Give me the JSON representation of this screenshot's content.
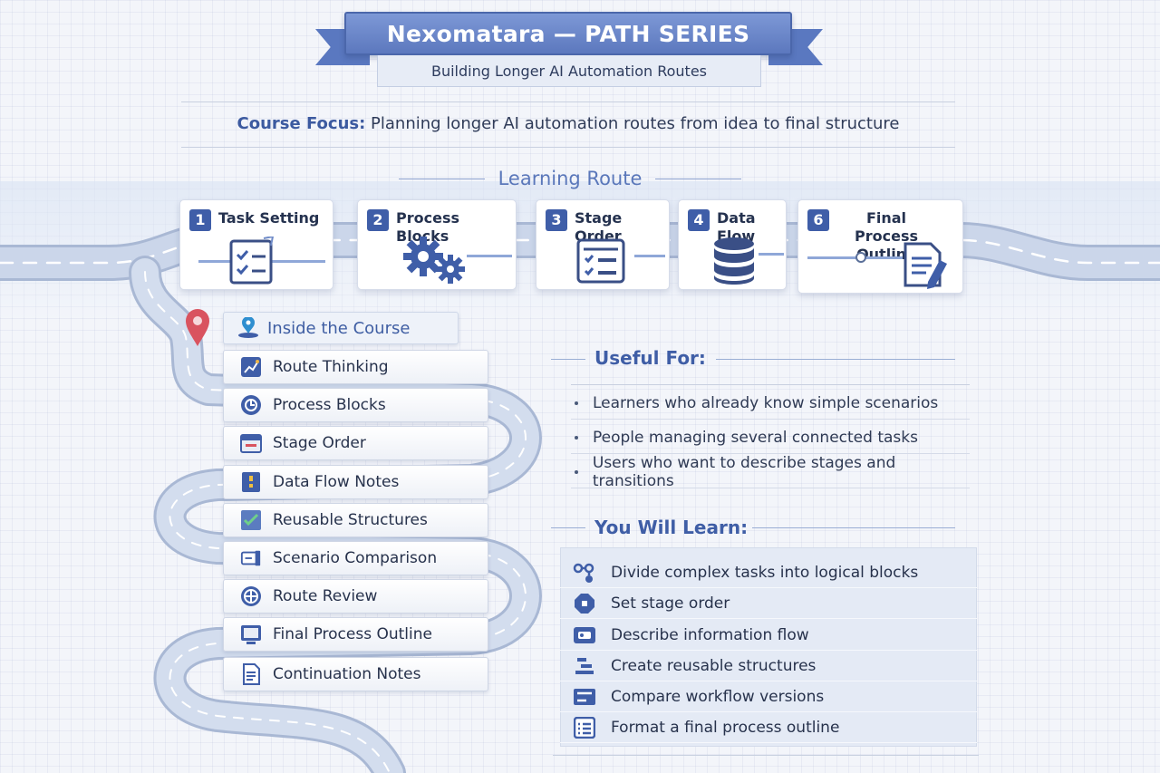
{
  "header": {
    "title": "Nexomatara — PATH SERIES",
    "subtitle": "Building Longer AI Automation Routes"
  },
  "course_focus": {
    "label": "Course Focus:",
    "text": "Planning longer AI automation routes from idea to final structure"
  },
  "learning_route": {
    "title": "Learning Route",
    "steps": [
      {
        "number": "1",
        "label": "Task Setting",
        "icon": "checklist-icon"
      },
      {
        "number": "2",
        "label": "Process Blocks",
        "icon": "gears-icon"
      },
      {
        "number": "3",
        "label": "Stage Order",
        "icon": "ordered-list-icon"
      },
      {
        "number": "4",
        "label": "Data Flow",
        "icon": "database-icon"
      },
      {
        "number": "6",
        "label": "Final Process Outline",
        "icon": "document-pen-icon"
      }
    ]
  },
  "inside_course": {
    "title": "Inside the Course",
    "items": [
      {
        "label": "Route Thinking",
        "icon": "route-map-icon"
      },
      {
        "label": "Process Blocks",
        "icon": "cycle-icon"
      },
      {
        "label": "Stage Order",
        "icon": "calendar-icon"
      },
      {
        "label": "Data Flow Notes",
        "icon": "notes-icon"
      },
      {
        "label": "Reusable Structures",
        "icon": "check-curve-icon"
      },
      {
        "label": "Scenario Comparison",
        "icon": "compare-icon"
      },
      {
        "label": "Route Review",
        "icon": "compass-icon"
      },
      {
        "label": "Final Process Outline",
        "icon": "monitor-icon"
      },
      {
        "label": "Continuation Notes",
        "icon": "document-icon"
      }
    ]
  },
  "useful_for": {
    "title": "Useful For:",
    "items": [
      "Learners who already know simple scenarios",
      "People managing several connected tasks",
      "Users who want to describe stages and transitions"
    ]
  },
  "you_will_learn": {
    "title": "You Will Learn:",
    "items": [
      {
        "label": "Divide complex tasks into logical blocks",
        "icon": "nodes-icon"
      },
      {
        "label": "Set stage order",
        "icon": "octagon-icon"
      },
      {
        "label": "Describe information flow",
        "icon": "flow-box-icon"
      },
      {
        "label": "Create reusable structures",
        "icon": "stack-icon"
      },
      {
        "label": "Compare workflow versions",
        "icon": "compare-box-icon"
      },
      {
        "label": "Format a final process outline",
        "icon": "list-box-icon"
      }
    ]
  },
  "colors": {
    "brand": "#5c78be",
    "accent_dark": "#3f5ea8",
    "road": "#c7d3e8",
    "pin": "#d9535f"
  }
}
